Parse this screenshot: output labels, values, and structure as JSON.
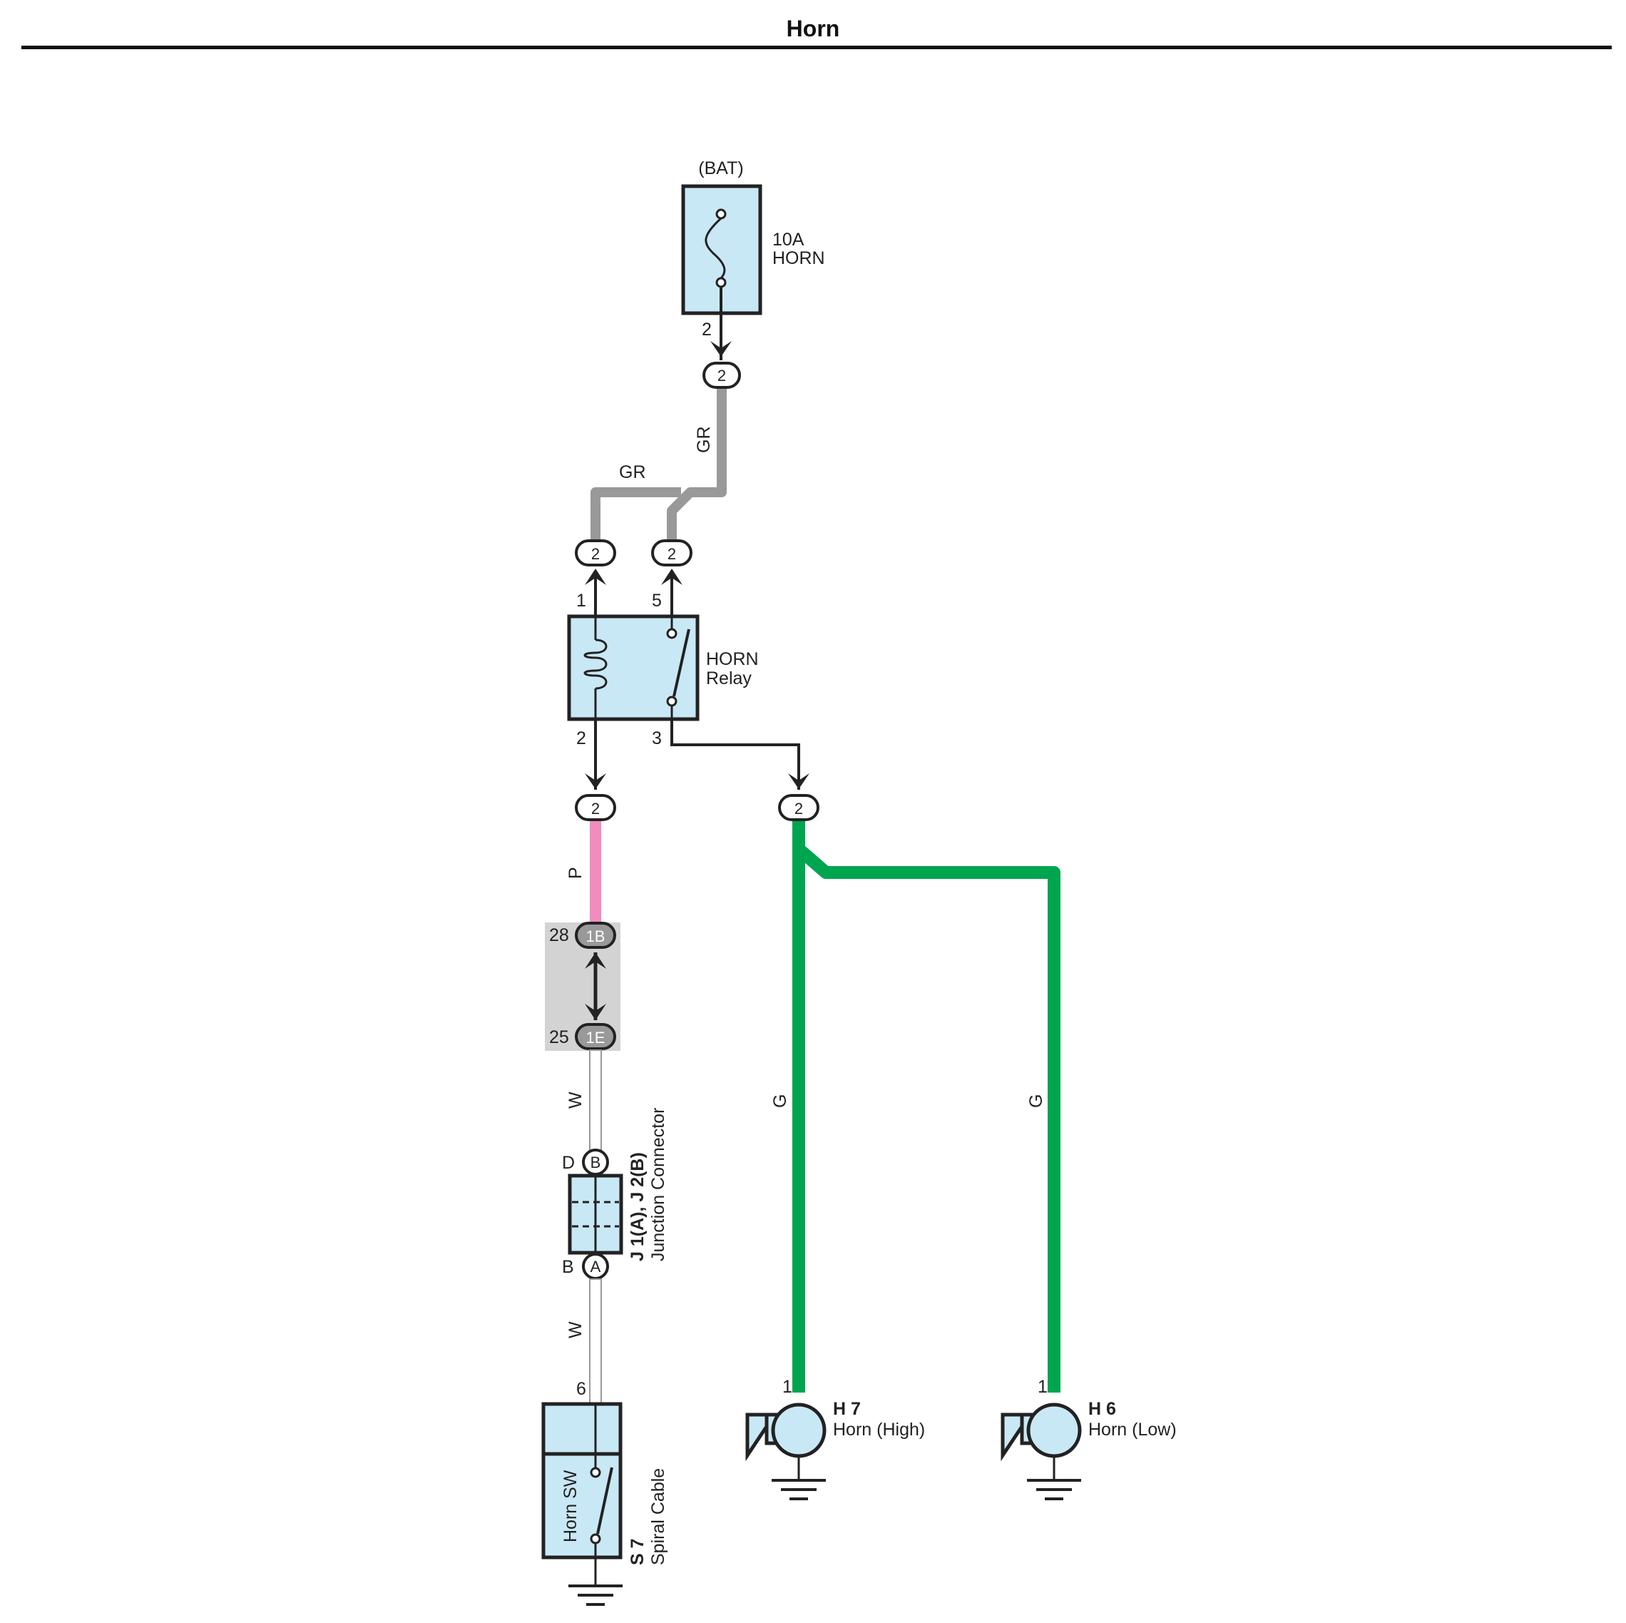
{
  "title": "Horn",
  "colors": {
    "component_fill": "#c9e8f5",
    "wire_gray": "#999999",
    "wire_pink": "#f08cbf",
    "wire_green": "#00a550",
    "junction_shade": "#d3d3d3",
    "ink": "#222222"
  },
  "source": {
    "label": "(BAT)"
  },
  "fuse": {
    "rating": "10A",
    "name": "HORN",
    "pin": "2"
  },
  "wires": {
    "gr_vertical": "GR",
    "gr_horizontal": "GR",
    "pink": "P",
    "white_upper": "W",
    "white_lower": "W",
    "green_left": "G",
    "green_right": "G"
  },
  "plugs": {
    "fuse_out": "2",
    "relay_in_1": "2",
    "relay_in_5": "2",
    "relay_out_2": "2",
    "relay_out_3": "2",
    "jb_1b": "1B",
    "jb_1e": "1E"
  },
  "relay": {
    "name": "HORN",
    "sub": "Relay",
    "pins": {
      "p1": "1",
      "p5": "5",
      "p2": "2",
      "p3": "3"
    }
  },
  "junction_block": {
    "pin_top": "28",
    "pin_bottom": "25"
  },
  "junction_connector": {
    "code": "J 1(A), J 2(B)",
    "name": "Junction Connector",
    "pin_top": "D",
    "pin_bottom": "B",
    "conn_top": "B",
    "conn_bottom": "A"
  },
  "spiral_cable": {
    "code": "S 7",
    "name": "Spiral Cable",
    "switch": "Horn SW",
    "pin": "6"
  },
  "horn_high": {
    "code": "H 7",
    "name": "Horn (High)",
    "pin": "1"
  },
  "horn_low": {
    "code": "H 6",
    "name": "Horn (Low)",
    "pin": "1"
  }
}
